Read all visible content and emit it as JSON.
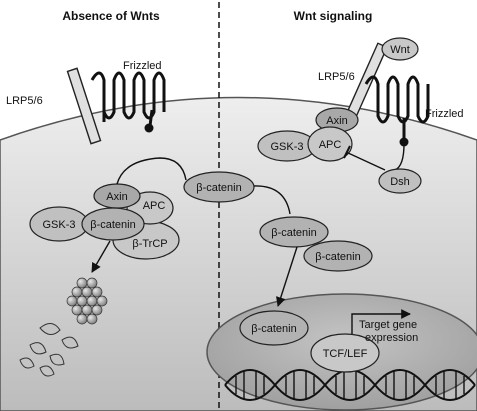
{
  "headers": {
    "left": "Absence of Wnts",
    "right": "Wnt signaling"
  },
  "left": {
    "lrp": "LRP5/6",
    "frizzled": "Frizzled",
    "axin": "Axin",
    "apc": "APC",
    "gsk3": "GSK-3",
    "bcat": "β-catenin",
    "btrcp": "β-TrCP"
  },
  "center": {
    "bcat": "β-catenin"
  },
  "right": {
    "wnt": "Wnt",
    "lrp": "LRP5/6",
    "frizzled": "Frizzled",
    "axin": "Axin",
    "apc": "APC",
    "gsk3": "GSK-3",
    "dsh": "Dsh",
    "bcat1": "β-catenin",
    "bcat2": "β-catenin"
  },
  "nucleus": {
    "bcat": "β-catenin",
    "tcf": "TCF/LEF",
    "target_line1": "Target gene",
    "target_line2": "expression"
  },
  "colors": {
    "cell_top": "#e6e6e6",
    "cell_bottom": "#bdbdbd",
    "nucleus": "#a9a9a9",
    "protein": "#b8b8b8",
    "protein_dark": "#9a9a9a"
  }
}
